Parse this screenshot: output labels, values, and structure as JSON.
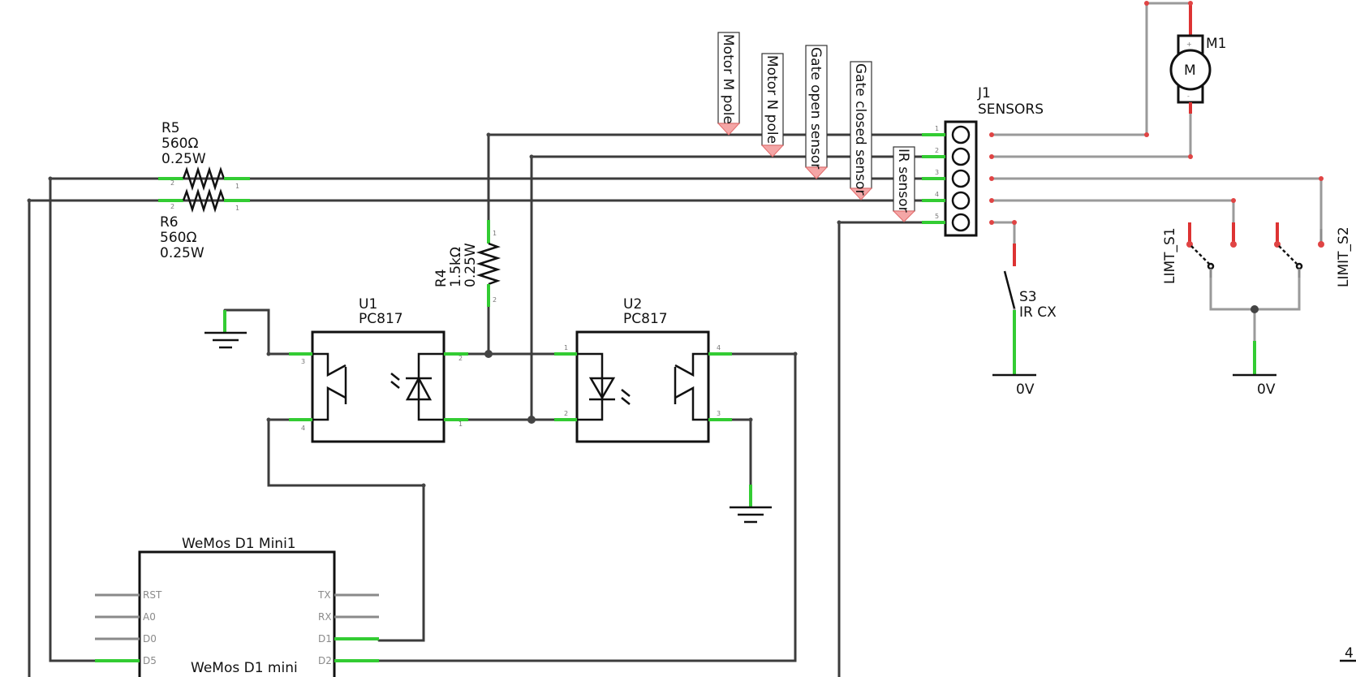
{
  "net_labels": {
    "motor_m": "Motor M pole",
    "motor_n": "Motor N pole",
    "gate_open": "Gate open sensor",
    "gate_closed": "Gate closed sensor",
    "ir": "IR sensor"
  },
  "r5": {
    "name": "R5",
    "value": "560Ω",
    "power": "0.25W"
  },
  "r6": {
    "name": "R6",
    "value": "560Ω",
    "power": "0.25W"
  },
  "r4": {
    "name": "R4",
    "value": "1.5kΩ",
    "power": "0.25W"
  },
  "u1": {
    "name": "U1",
    "part": "PC817"
  },
  "u2": {
    "name": "U2",
    "part": "PC817"
  },
  "j1": {
    "name": "J1",
    "part": "SENSORS"
  },
  "m1": {
    "name": "M1",
    "symbol": "M",
    "plus": "+",
    "minus": "-"
  },
  "s3": {
    "name": "S3",
    "part": "IR CX"
  },
  "limit_s1": "LIMT_S1",
  "limit_s2": "LIMIT_S2",
  "zero_v_1": "0V",
  "zero_v_2": "0V",
  "wemos": {
    "title": "WeMos D1 Mini1",
    "subtitle": "WeMos D1 mini",
    "left_pins": [
      "RST",
      "A0",
      "D0",
      "D5"
    ],
    "right_pins": [
      "TX",
      "RX",
      "D1",
      "D2"
    ]
  },
  "pin_numbers": {
    "one": "1",
    "two": "2",
    "three": "3",
    "four": "4",
    "five": "5"
  },
  "corner_text": "4"
}
